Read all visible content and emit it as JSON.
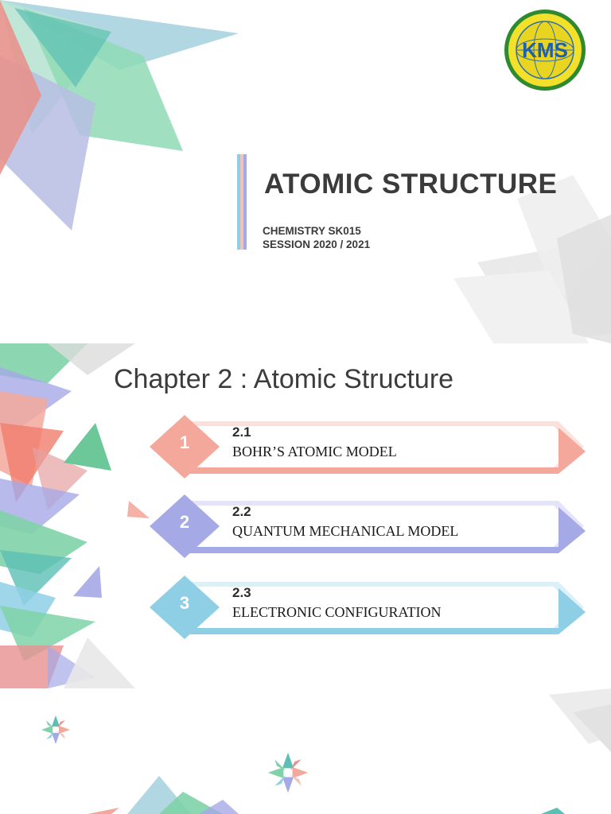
{
  "slide1": {
    "title": "ATOMIC STRUCTURE",
    "subtitle_line1": "CHEMISTRY SK015",
    "subtitle_line2": "SESSION 2020 / 2021",
    "logo_text": "KMS"
  },
  "slide2": {
    "title": "Chapter 2 : Atomic Structure",
    "topics": [
      {
        "number": "1",
        "code": "2.1",
        "name": "BOHR’S ATOMIC MODEL",
        "color": "#f4a89b"
      },
      {
        "number": "2",
        "code": "2.2",
        "name": "QUANTUM MECHANICAL MODEL",
        "color": "#a5a9e6"
      },
      {
        "number": "3",
        "code": "2.3",
        "name": "ELECTRONIC CONFIGURATION",
        "color": "#8ecfe6"
      }
    ]
  },
  "colors": {
    "coral": "#f4a89b",
    "lavender": "#a5a9e6",
    "sky": "#8ecfe6",
    "mint": "#7fd3a8",
    "teal": "#5bbfb5",
    "rose": "#e89090"
  }
}
